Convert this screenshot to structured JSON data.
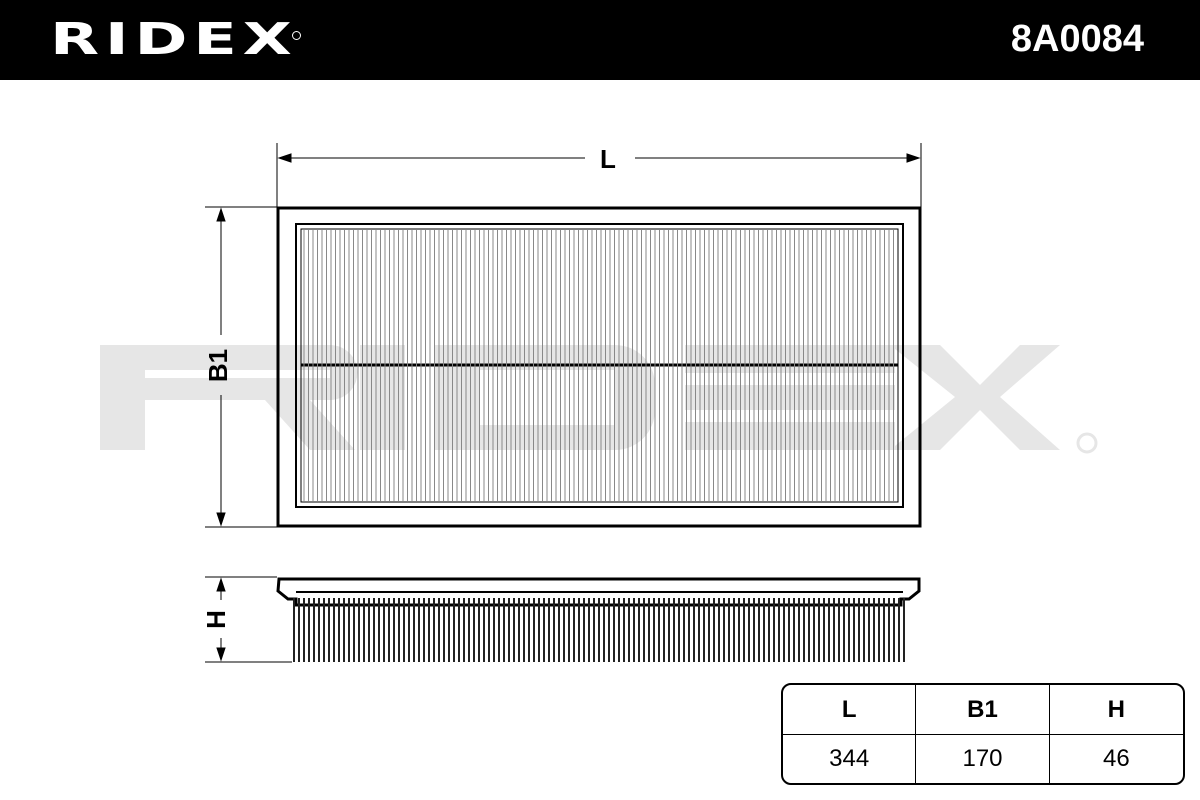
{
  "header": {
    "brand": "RIDEX",
    "part_number": "8A0084"
  },
  "watermark": "RIDEX",
  "dimension_labels": {
    "length": "L",
    "width": "B1",
    "height": "H"
  },
  "table": {
    "headers": [
      "L",
      "B1",
      "H"
    ],
    "values": [
      "344",
      "170",
      "46"
    ]
  },
  "colors": {
    "header_bg": "#000000",
    "watermark": "#e6e6e6"
  }
}
